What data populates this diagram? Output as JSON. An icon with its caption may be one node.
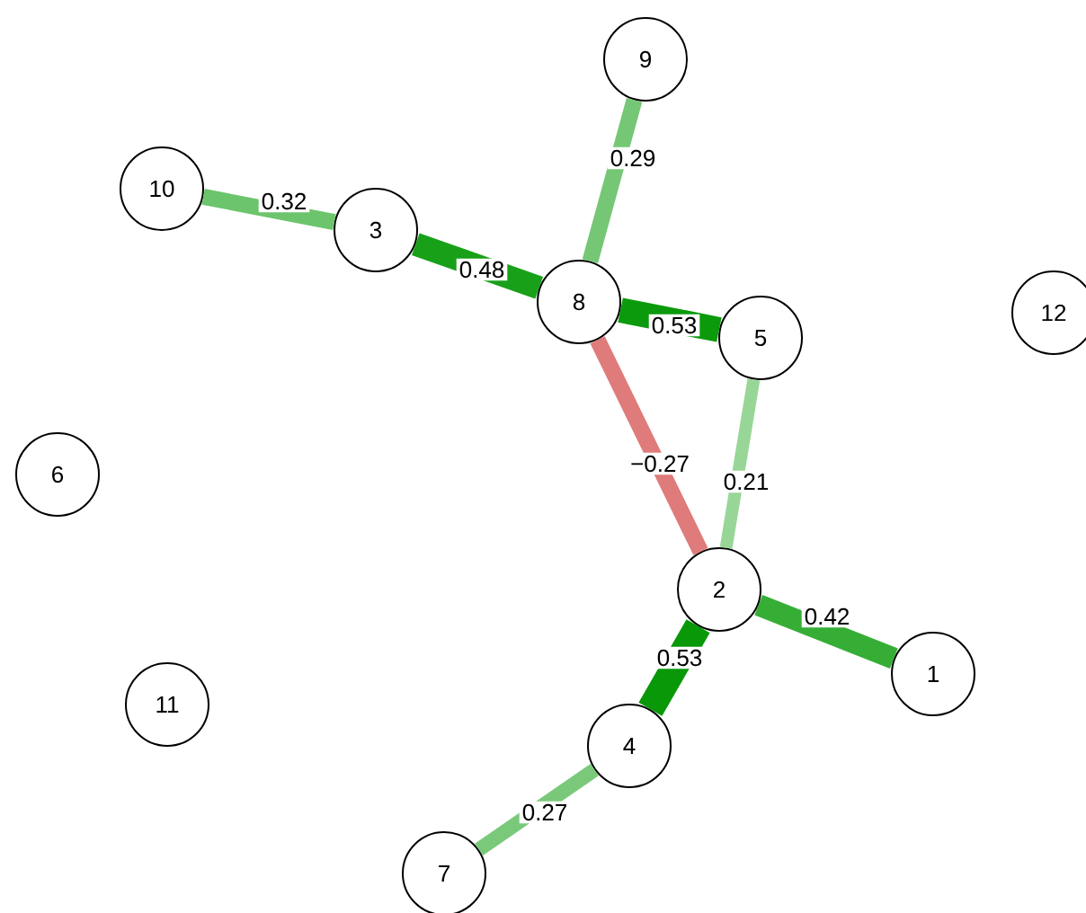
{
  "diagram": {
    "nodes": [
      {
        "text": [
          "1"
        ]
      },
      {
        "text": [
          "2"
        ]
      },
      {
        "text": [
          "3"
        ]
      },
      {
        "text": [
          "4"
        ]
      },
      {
        "text": [
          "5"
        ]
      },
      {
        "text": [
          "6"
        ]
      },
      {
        "text": [
          "7"
        ]
      },
      {
        "text": [
          "8"
        ]
      },
      {
        "text": [
          "9"
        ]
      },
      {
        "text": [
          "10"
        ]
      },
      {
        "text": [
          "11"
        ]
      },
      {
        "text": [
          "12"
        ]
      }
    ],
    "edges": [
      {
        "from": 9,
        "to": 2,
        "arrow": "none",
        "label": "0.32",
        "color": "#6cc56c"
      },
      {
        "from": 2,
        "to": 7,
        "arrow": "none",
        "label": "0.48",
        "color": "#19a019"
      },
      {
        "from": 7,
        "to": 4,
        "arrow": "none",
        "label": "0.53",
        "color": "#0b9a0b"
      },
      {
        "from": 8,
        "to": 7,
        "arrow": "none",
        "label": "0.29",
        "color": "#75c775"
      },
      {
        "from": 7,
        "to": 1,
        "arrow": "none",
        "label": "−0.27",
        "color": "#df7b7b"
      },
      {
        "from": 4,
        "to": 1,
        "arrow": "none",
        "label": "0.21",
        "color": "#98d698"
      },
      {
        "from": 1,
        "to": 0,
        "arrow": "none",
        "label": "0.42",
        "color": "#36ae36"
      },
      {
        "from": 1,
        "to": 3,
        "arrow": "none",
        "label": "0.53",
        "color": "#089808"
      },
      {
        "from": 3,
        "to": 6,
        "arrow": "none",
        "label": "0.27",
        "color": "#7ac97a"
      }
    ]
  }
}
